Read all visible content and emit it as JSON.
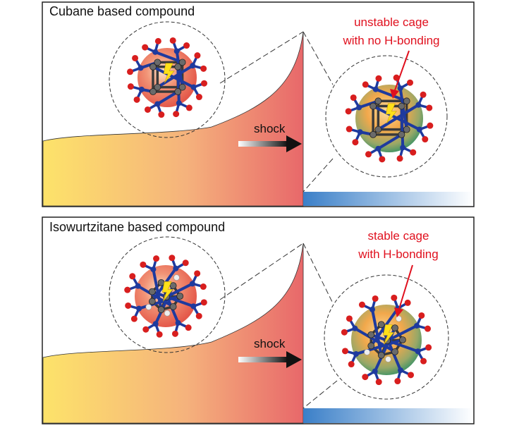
{
  "colors": {
    "frame": "#222222",
    "wave_start": "#fde36a",
    "wave_mid": "#f5b07a",
    "wave_end": "#e8706a",
    "blue_bar": "#3a7fc8",
    "label_red": "#e0101e",
    "oxygen": "#d81e1e",
    "nitrogen": "#1e3a9e",
    "carbon": "#6a6a6a",
    "hydrogen": "#dddddd",
    "sphere_red": "#e84a3a",
    "sphere_orange": "#f09a3a",
    "sphere_green": "#3a9a5a",
    "bolt_yellow": "#ffe01a"
  },
  "panels": [
    {
      "title": "Cubane based compound",
      "shock_label": "shock",
      "annotation_line1": "unstable cage",
      "annotation_line2": "with no H-bonding",
      "before_core": "cube",
      "after_core": "cube",
      "has_h_bonding": false
    },
    {
      "title": "Isowurtzitane based compound",
      "shock_label": "shock",
      "annotation_line1": "stable cage",
      "annotation_line2": "with H-bonding",
      "before_core": "cage",
      "after_core": "cage",
      "has_h_bonding": true
    }
  ]
}
